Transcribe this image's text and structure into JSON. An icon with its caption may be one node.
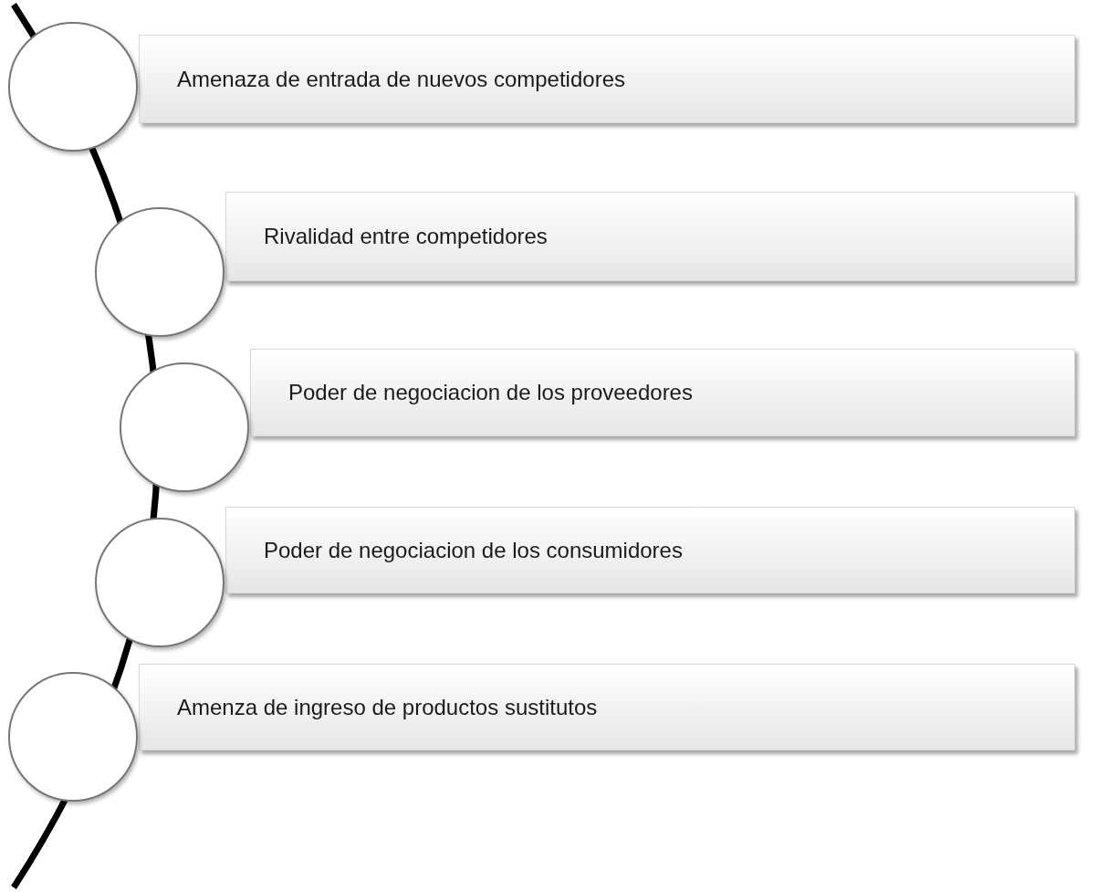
{
  "diagram": {
    "nodes": [
      {
        "text": [],
        "shape": "circle"
      },
      {
        "text": [
          "Amenaza de entrada de nuevos competidores"
        ]
      },
      {
        "text": [],
        "shape": "circle"
      },
      {
        "text": [
          "Rivalidad entre competidores"
        ]
      },
      {
        "text": [],
        "shape": "circle"
      },
      {
        "text": [
          "Poder de negociacion de los proveedores"
        ]
      },
      {
        "text": [],
        "shape": "circle"
      },
      {
        "text": [
          "Poder de negociacion de los consumidores"
        ]
      },
      {
        "text": [],
        "shape": "circle"
      },
      {
        "text": [
          "Amenza de ingreso de productos sustitutos"
        ]
      }
    ]
  }
}
